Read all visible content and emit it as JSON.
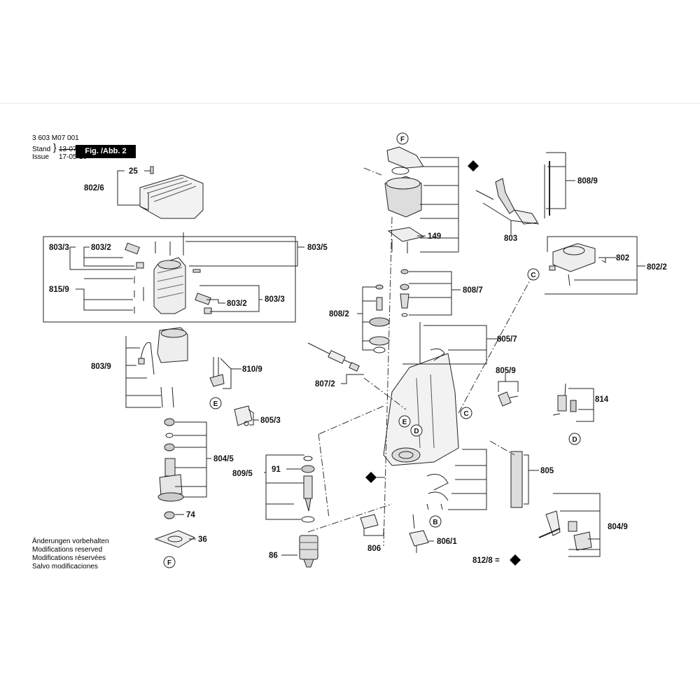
{
  "header": {
    "part_number": "3 603 M07 001",
    "stand_label": "Stand",
    "issue_label": "Issue",
    "date_old": "13-07",
    "date_new": "17-05-16",
    "figure_label": "Fig. /Abb. 2"
  },
  "notice": [
    "Änderungen vorbehalten",
    "Modifications reserved",
    "Modifications réservées",
    "Salvo modificaciones"
  ],
  "labels": {
    "l25": "25",
    "l802_6": "802/6",
    "l803_3a": "803/3",
    "l803_2a": "803/2",
    "l803_5": "803/5",
    "l815_9": "815/9",
    "l803_2b": "803/2",
    "l803_3b": "803/3",
    "l803_9": "803/9",
    "l810_9": "810/9",
    "l805_3": "805/3",
    "l804_5": "804/5",
    "l74": "74",
    "l36": "36",
    "l149": "149",
    "l808_7": "808/7",
    "l808_2": "808/2",
    "l807_2": "807/2",
    "l805_7": "805/7",
    "l805_9": "805/9",
    "l809_5": "809/5",
    "l91": "91",
    "l86": "86",
    "l806": "806",
    "l806_1": "806/1",
    "l805": "805",
    "l808_9": "808/9",
    "l803": "803",
    "l802": "802",
    "l802_2": "802/2",
    "l814": "814",
    "l804_9": "804/9",
    "l812_8": "812/8 ="
  },
  "refs": {
    "F_top": "F",
    "F_bottom": "F",
    "E_left": "E",
    "E_mid": "E",
    "D_mid": "D",
    "D_right": "D",
    "C_mid": "C",
    "C_right": "C",
    "B": "B"
  }
}
